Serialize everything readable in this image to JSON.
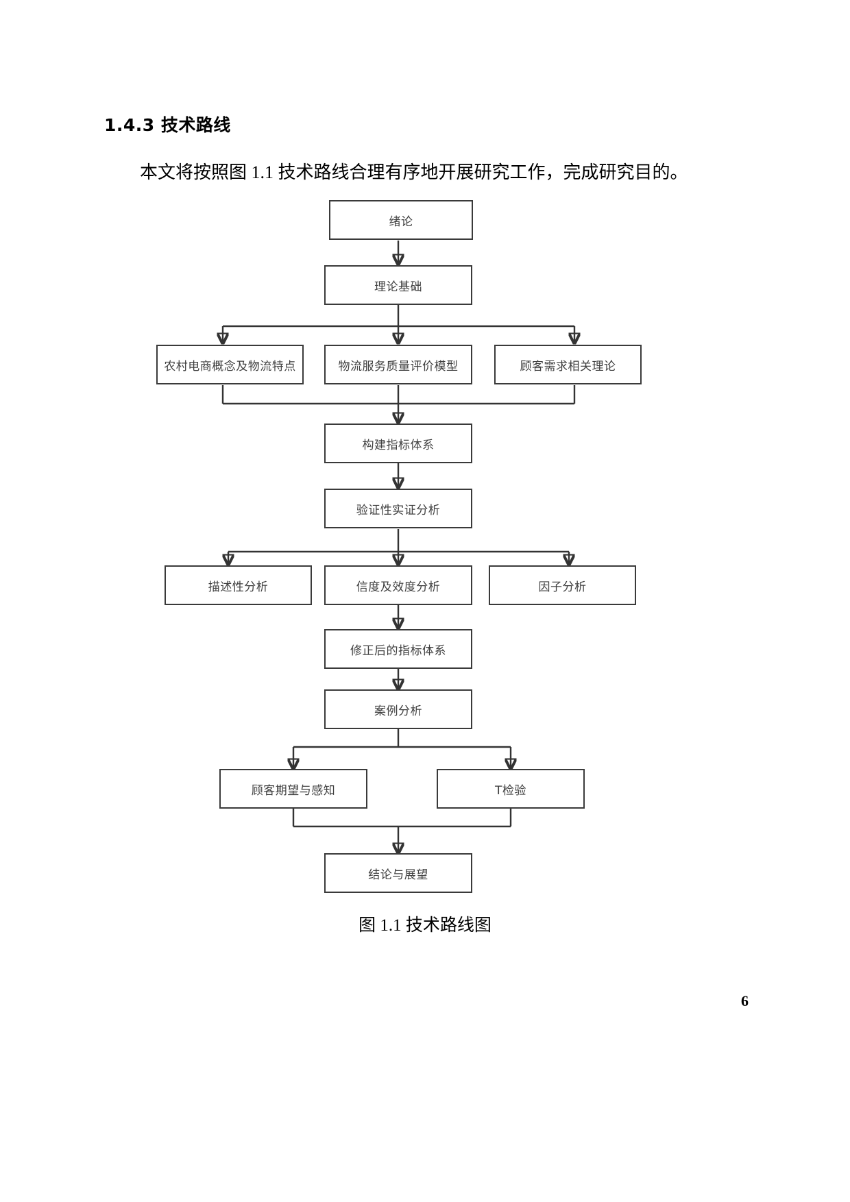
{
  "document": {
    "heading": "1.4.3 技术路线",
    "paragraph": "本文将按照图 1.1 技术路线合理有序地开展研究工作，完成研究目的。",
    "figure_caption": "图 1.1 技术路线图",
    "page_number": "6"
  },
  "chart_data": {
    "type": "diagram",
    "title": "图 1.1 技术路线图",
    "nodes": [
      {
        "id": "n1",
        "label": "绪论"
      },
      {
        "id": "n2",
        "label": "理论基础"
      },
      {
        "id": "n3",
        "label": "农村电商概念及物流特点"
      },
      {
        "id": "n4",
        "label": "物流服务质量评价模型"
      },
      {
        "id": "n5",
        "label": "顾客需求相关理论"
      },
      {
        "id": "n6",
        "label": "构建指标体系"
      },
      {
        "id": "n7",
        "label": "验证性实证分析"
      },
      {
        "id": "n8",
        "label": "描述性分析"
      },
      {
        "id": "n9",
        "label": "信度及效度分析"
      },
      {
        "id": "n10",
        "label": "因子分析"
      },
      {
        "id": "n11",
        "label": "修正后的指标体系"
      },
      {
        "id": "n12",
        "label": "案例分析"
      },
      {
        "id": "n13",
        "label": "顾客期望与感知"
      },
      {
        "id": "n14",
        "label": "T检验"
      },
      {
        "id": "n15",
        "label": "结论与展望"
      }
    ],
    "edges": [
      {
        "from": "n1",
        "to": "n2"
      },
      {
        "from": "n2",
        "to": "n3"
      },
      {
        "from": "n2",
        "to": "n4"
      },
      {
        "from": "n2",
        "to": "n5"
      },
      {
        "from": "n3",
        "to": "n6"
      },
      {
        "from": "n4",
        "to": "n6"
      },
      {
        "from": "n5",
        "to": "n6"
      },
      {
        "from": "n6",
        "to": "n7"
      },
      {
        "from": "n7",
        "to": "n8"
      },
      {
        "from": "n7",
        "to": "n9"
      },
      {
        "from": "n7",
        "to": "n10"
      },
      {
        "from": "n9",
        "to": "n11"
      },
      {
        "from": "n11",
        "to": "n12"
      },
      {
        "from": "n12",
        "to": "n13"
      },
      {
        "from": "n12",
        "to": "n14"
      },
      {
        "from": "n13",
        "to": "n15"
      },
      {
        "from": "n14",
        "to": "n15"
      }
    ]
  }
}
